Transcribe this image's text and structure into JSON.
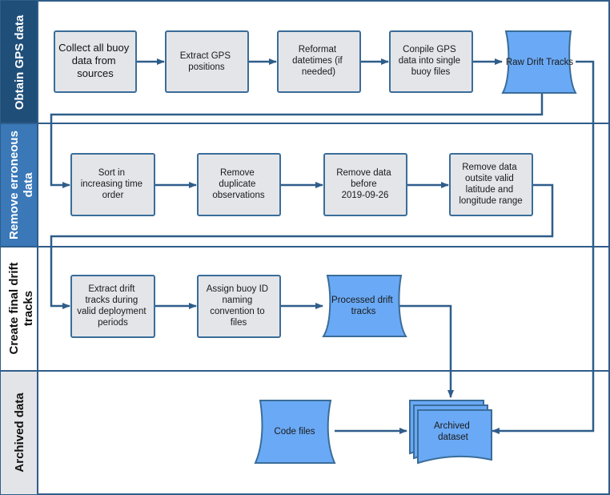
{
  "colors": {
    "lane1_header": "#1f4e79",
    "lane2_header": "#3a78b8",
    "lane3_header": "#ffffff",
    "lane4_header": "#e3e4e8",
    "border": "#2f5d8a",
    "process_fill": "#e3e5e9",
    "process_stroke": "#3a6d99",
    "data_fill": "#6aa9f5",
    "arrow": "#2f5d8a"
  },
  "lanes": [
    {
      "label": "Obtain GPS data"
    },
    {
      "label": "Remove erroneous data"
    },
    {
      "label": "Create final drift tracks"
    },
    {
      "label": "Archived data"
    }
  ],
  "nodes": {
    "collect": [
      "Collect all buoy",
      "data from",
      "sources"
    ],
    "extract_gps": [
      "Extract GPS",
      "positions"
    ],
    "reformat": [
      "Reformat",
      "datetimes (if",
      "needed)"
    ],
    "compile": [
      "Conpile GPS",
      "data into single",
      "buoy files"
    ],
    "raw_tracks": [
      "Raw Drift Tracks"
    ],
    "sort": [
      "Sort in",
      "increasing time",
      "order"
    ],
    "remove_dup": [
      "Remove",
      "duplicate",
      "observations"
    ],
    "remove_before": [
      "Remove data",
      "before",
      "2019-09-26"
    ],
    "remove_outside": [
      "Remove data",
      "outsite valid",
      "latitude and",
      "longitude range"
    ],
    "extract_drift": [
      "Extract drift",
      "tracks during",
      "valid deployment",
      "periods"
    ],
    "assign_id": [
      "Assign buoy ID",
      "naming",
      "convention to",
      "files"
    ],
    "processed": [
      "Processed drift",
      "tracks"
    ],
    "code_files": [
      "Code files"
    ],
    "archived": [
      "Archived",
      "dataset"
    ]
  }
}
